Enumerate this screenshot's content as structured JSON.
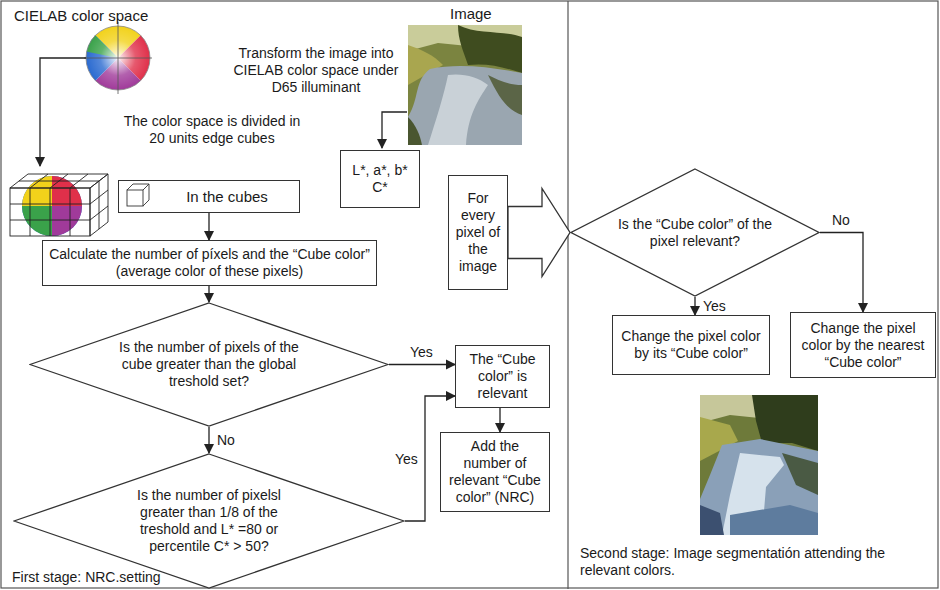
{
  "diagram": {
    "nodes": [
      {
        "text": [
          "In the cubes"
        ]
      },
      {
        "text": [
          "Calculate the number of píxels and the “Cube color” (average color of these pixels)"
        ]
      },
      {
        "text": [
          "Is the number of pixels of the cube greater than the global treshold set?"
        ]
      },
      {
        "text": [
          "The “Cube color” is relevant"
        ]
      },
      {
        "text": [
          "Is the number of pixelsl greater than 1/8 of the treshold and L* =80 or percentile C* > 50?"
        ]
      },
      {
        "text": [
          "Add the number of relevant “Cube color” (NRC)"
        ]
      },
      {
        "text": [
          "L*, a*, b* C*"
        ]
      },
      {
        "text": [
          "For every pixel of the image"
        ]
      },
      {
        "text": [
          "Is the “Cube color” of the pixel relevant?"
        ]
      },
      {
        "text": [
          "Change the pixel color by its “Cube color”"
        ]
      },
      {
        "text": [
          "Change the pixel color by the nearest “Cube color”"
        ]
      }
    ],
    "edges": [
      {
        "from": 0,
        "to": 1,
        "arrow": "to"
      },
      {
        "from": 1,
        "to": 2,
        "arrow": "to"
      },
      {
        "from": 2,
        "to": 3,
        "label": "Yes",
        "arrow": "to"
      },
      {
        "from": 2,
        "to": 4,
        "label": "No",
        "arrow": "to"
      },
      {
        "from": 4,
        "to": 3,
        "label": "Yes",
        "arrow": "to"
      },
      {
        "from": 3,
        "to": 5,
        "arrow": "to"
      },
      {
        "from": 7,
        "to": 8,
        "arrow": "to"
      },
      {
        "from": 8,
        "to": 9,
        "label": "Yes",
        "arrow": "to"
      },
      {
        "from": 8,
        "to": 10,
        "label": "No",
        "arrow": "to"
      }
    ],
    "labels": [
      "CIELAB color space",
      "Image",
      "Transform the image into CIELAB color space under D65 illuminant",
      "The color space is divided in 20 units edge cubes",
      "First stage: NRC.setting",
      "Second stage: Image segmentatión attending the relevant colors."
    ]
  }
}
